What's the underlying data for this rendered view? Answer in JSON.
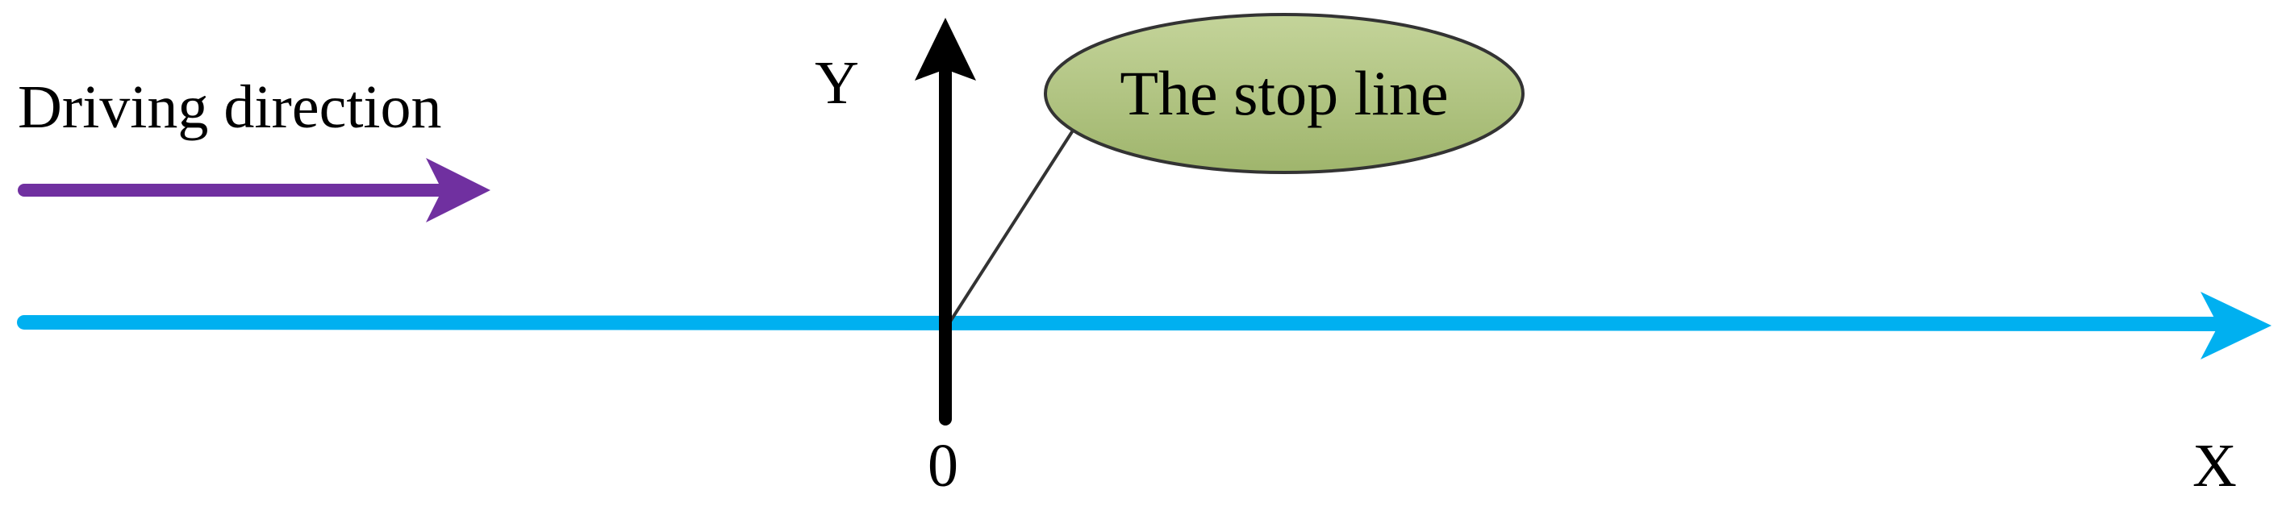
{
  "labels": {
    "driving_direction": "Driving direction",
    "y_axis": "Y",
    "x_axis": "X",
    "origin": "0",
    "callout": "The stop line"
  },
  "colors": {
    "driving_arrow": "#7030a0",
    "x_axis_line": "#00b0f0",
    "y_axis_line": "#000000",
    "callout_fill": "#a9bf7c",
    "callout_stroke": "#333333",
    "leader_line": "#333333",
    "text": "#000000"
  }
}
